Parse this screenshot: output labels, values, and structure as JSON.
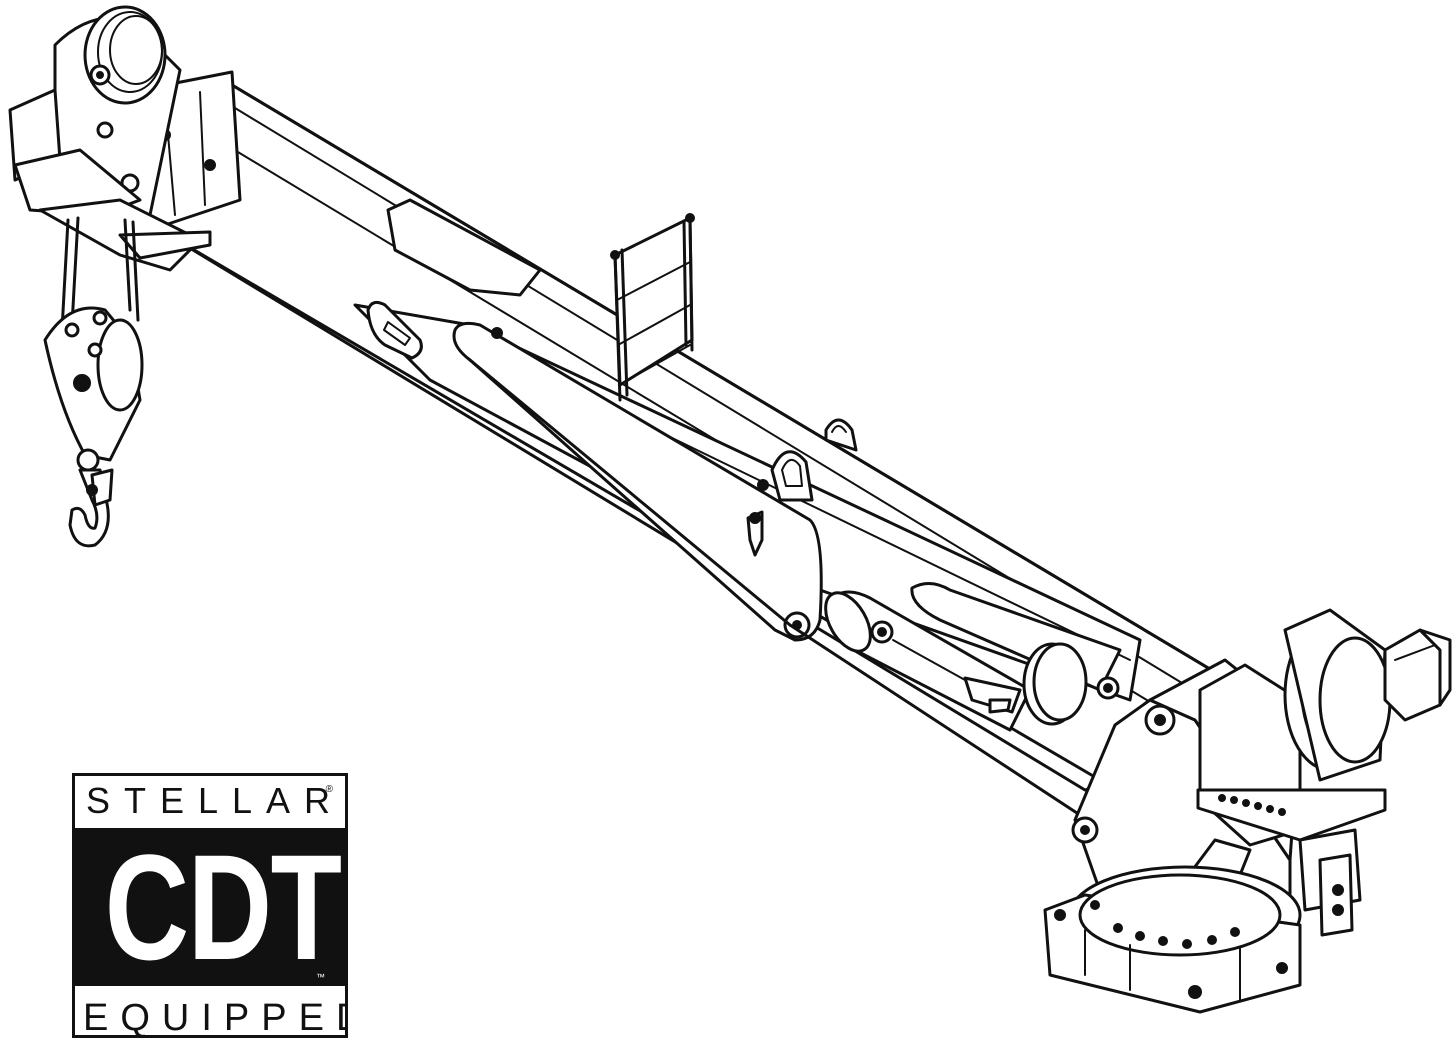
{
  "logo": {
    "brand": "STELLAR",
    "registered_mark": "®",
    "mark": "CDT",
    "trademark": "™",
    "tagline": "EQUIPPED"
  }
}
